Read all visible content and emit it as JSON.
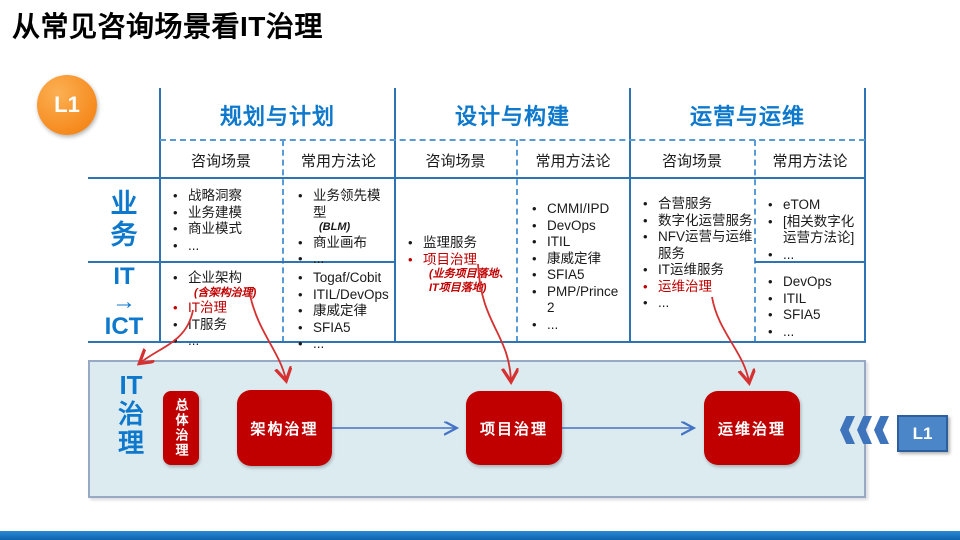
{
  "slide": {
    "title": "从常见咨询场景看IT治理",
    "level_badge": "L1"
  },
  "table": {
    "phase_headers": [
      "规划与计划",
      "设计与构建",
      "运营与运维"
    ],
    "subheader_scenario": "咨询场景",
    "subheader_method": "常用方法论",
    "row_labels": {
      "business": "业\n务",
      "it_ict": "IT\n→\nICT"
    },
    "planning": {
      "business_scenarios": [
        "战略洞察",
        "业务建模",
        "商业模式",
        "..."
      ],
      "business_methods": {
        "item1": "业务领先模型",
        "item1_note": "(BLM)",
        "item2": "商业画布",
        "more": "..."
      },
      "it_scenarios": {
        "item1": "企业架构",
        "item1_note": "(含架构治理)",
        "item2": "IT治理",
        "item3": "IT服务",
        "more": "..."
      },
      "it_methods": [
        "Togaf/Cobit",
        "ITIL/DevOps",
        "康威定律",
        "SFIA5",
        "..."
      ]
    },
    "design": {
      "scenarios": {
        "item1": "监理服务",
        "item2": "项目治理",
        "note_line1": "(业务项目落地、",
        "note_line2": "IT项目落地)"
      },
      "methods": [
        "CMMI/IPD",
        "DevOps",
        "ITIL",
        "康威定律",
        "SFIA5",
        "PMP/Prince 2",
        "..."
      ]
    },
    "operations": {
      "scenarios": {
        "item1": "合营服务",
        "item2": "数字化运营服务",
        "item3": "NFV运营与运维服务",
        "item4": "IT运维服务",
        "item5": "运维治理",
        "more": "..."
      },
      "business_methods": [
        "eTOM",
        "[相关数字化运营方法论]",
        "..."
      ],
      "it_methods": [
        "DevOps",
        "ITIL",
        "SFIA5",
        "..."
      ]
    }
  },
  "governance": {
    "section_label": "IT\n治\n理",
    "overall_box": "总体治理",
    "flow_boxes": [
      "架构治理",
      "项目治理",
      "运维治理"
    ],
    "level_tag": "L1"
  },
  "colors": {
    "phase_header_blue": "#0d78cc",
    "table_line_blue": "#2e74b5",
    "dashed_line_blue": "#5b9bd5",
    "highlight_red": "#c00000",
    "arrow_red": "#d63030",
    "governance_box_red": "#c00000",
    "panel_fill": "#dcebf0",
    "panel_border": "#97a9c4",
    "connector_blue": "#4472c4",
    "chevron_blue": "#3e74bc",
    "l1_tag_fill": "#4a86c8",
    "badge_orange": "#f6962c",
    "footer_blue": "#1577c8"
  }
}
